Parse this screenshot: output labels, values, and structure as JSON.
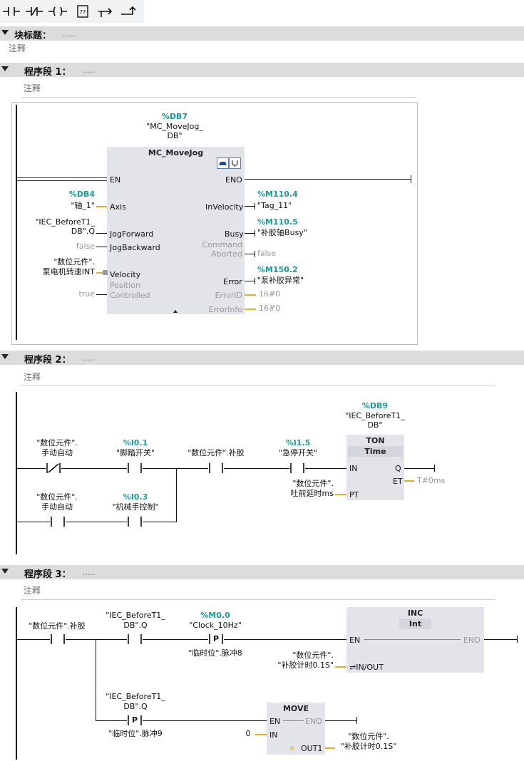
{
  "toolbar": {
    "buttons": [
      {
        "name": "no-contact-button",
        "icon": "normally-open-contact-icon"
      },
      {
        "name": "nc-contact-button",
        "icon": "normally-closed-contact-icon"
      },
      {
        "name": "coil-button",
        "icon": "coil-icon"
      },
      {
        "name": "empty-box-button",
        "icon": "empty-box-icon",
        "text": "??"
      },
      {
        "name": "open-branch-button",
        "icon": "open-branch-icon"
      },
      {
        "name": "close-branch-button",
        "icon": "close-branch-icon"
      }
    ]
  },
  "block": {
    "title": "块标题：",
    "dots": ".....",
    "comment": "注释"
  },
  "net1": {
    "title": "程序段 1：",
    "dots": ".....",
    "comment": "注释",
    "db": "%DB7",
    "db_name1": "\"MC_MoveJog_",
    "db_name2": "DB\"",
    "fb_title": "MC_MoveJog",
    "en": "EN",
    "eno": "ENO",
    "in_pins": [
      "Axis",
      "JogForward",
      "JogBackward",
      "Velocity",
      "Position",
      "Controlled"
    ],
    "out_pins": [
      "InVelocity",
      "Busy",
      "Command",
      "Aborted",
      "Error",
      "ErrorID",
      "ErrorInfo"
    ],
    "axis_addr": "%DB4",
    "axis_tag": "\"轴_1\"",
    "jf_tag1": "\"IEC_BeforeT1_",
    "jf_tag2": "DB\".Q",
    "jb_val": "false",
    "vel_tag1": "\"数位元件\".",
    "vel_tag2": "泵电机转速INT",
    "pc_val": "true",
    "inv_addr": "%M110.4",
    "inv_tag": "\"Tag_11\"",
    "busy_addr": "%M110.5",
    "busy_tag": "\"补胶轴Busy\"",
    "abort_val": "false",
    "err_addr": "%M150.2",
    "err_tag": "\"泵补胶异常\"",
    "errid_val": "16#0",
    "errinfo_val": "16#0"
  },
  "net2": {
    "title": "程序段 2：",
    "dots": ".....",
    "comment": "注释",
    "c1_tag1": "\"数位元件\".",
    "c1_tag2": "手动自动",
    "c2_addr": "%I0.1",
    "c2_tag": "\"脚踏开关\"",
    "c3_tag": "\"数位元件\".补胶",
    "c4_addr": "%I1.5",
    "c4_tag": "\"急停开关\"",
    "c5_tag1": "\"数位元件\".",
    "c5_tag2": "手动自动",
    "c6_addr": "%I0.3",
    "c6_tag": "\"机械手控制\"",
    "db": "%DB9",
    "db_name1": "\"IEC_BeforeT1_",
    "db_name2": "DB\"",
    "timer": "TON",
    "timer_type": "Time",
    "in": "IN",
    "q": "Q",
    "et": "ET",
    "pt": "PT",
    "et_val": "T#0ms",
    "pt_tag1": "\"数位元件\".",
    "pt_tag2": "吐前延时ms"
  },
  "net3": {
    "title": "程序段 3：",
    "dots": ".....",
    "comment": "注释",
    "c1_tag": "\"数位元件\".补胶",
    "c2_tag1": "\"IEC_BeforeT1_",
    "c2_tag2": "DB\".Q",
    "p1_addr": "%M0.0",
    "p1_tag": "\"Clock_10Hz\"",
    "p1_edge": "P",
    "p1_mem": "\"临时位\".脉冲8",
    "inc_title": "INC",
    "inc_type": "Int",
    "inc_en": "EN",
    "inc_eno": "ENO",
    "inc_inout": "IN/OUT",
    "inc_tag1": "\"数位元件\".",
    "inc_tag2": "\"补胶计时0.1S\"",
    "c3_tag1": "\"IEC_BeforeT1_",
    "c3_tag2": "DB\".Q",
    "p2_edge": "P",
    "p2_mem": "\"临时位\".脉冲9",
    "move_title": "MOVE",
    "move_en": "EN",
    "move_eno": "ENO",
    "move_in": "IN",
    "move_out": "OUT1",
    "move_in_val": "0",
    "move_out_tag1": "\"数位元件\".",
    "move_out_tag2": "\"补胶计时0.1S\""
  }
}
